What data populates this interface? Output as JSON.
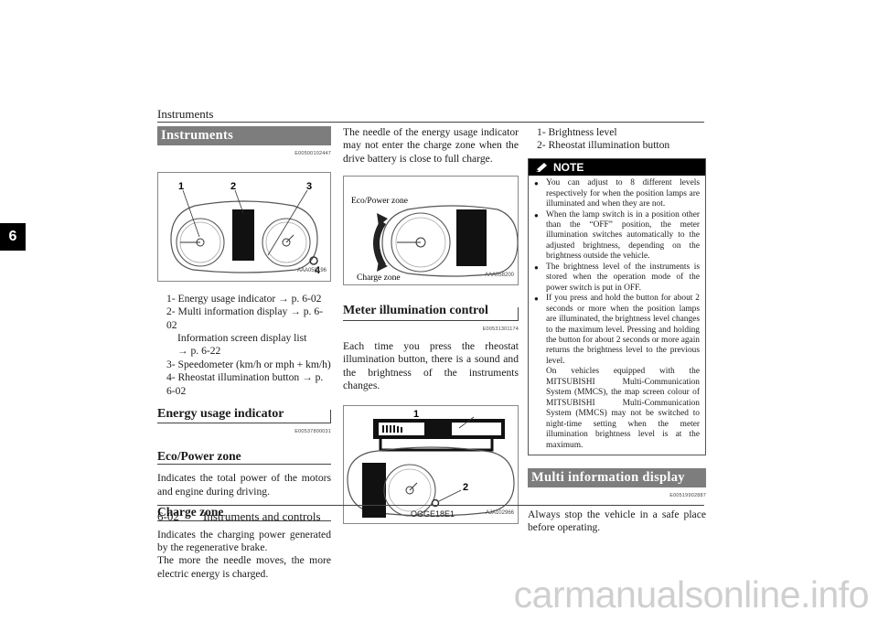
{
  "header": {
    "running_head": "Instruments",
    "tab": "6"
  },
  "col1": {
    "title": "Instruments",
    "title_code": "E00500102447",
    "fig1": {
      "callouts": [
        "1",
        "2",
        "3",
        "4"
      ],
      "code": "AAA058196"
    },
    "list": [
      {
        "text": "1- Energy usage indicator → p. 6-02"
      },
      {
        "text": "2- Multi information display → p. 6-02",
        "sub": [
          "Information screen display list",
          "→ p. 6-22"
        ]
      },
      {
        "text": "3- Speedometer (km/h or mph + km/h)"
      },
      {
        "text": "4- Rheostat illumination button → p. 6-02"
      }
    ],
    "h2": "Energy usage indicator",
    "h2_code": "E00537800031",
    "h3_a": "Eco/Power zone",
    "p_a": "Indicates the total power of the motors and engine during driving.",
    "h3_b": "Charge zone",
    "p_b1": "Indicates the charging power generated by the regenerative brake.",
    "p_b2": "The more the needle moves, the more electric energy is charged."
  },
  "col2": {
    "p1": "The needle of the energy usage indicator may not enter the charge zone when the drive battery is close to full charge.",
    "fig2": {
      "label_top": "Eco/Power zone",
      "label_bottom": "Charge zone",
      "code": "AAA058200"
    },
    "h2": "Meter illumination control",
    "h2_code": "E00531301174",
    "p2": "Each time you press the rheostat illumination button, there is a sound and the brightness of the instruments changes.",
    "fig3": {
      "callouts": [
        "1",
        "2"
      ],
      "code": "AJA102966"
    }
  },
  "col3": {
    "list": [
      "1- Brightness level",
      "2- Rheostat illumination button"
    ],
    "note": {
      "label": "NOTE",
      "items": [
        "You can adjust to 8 different levels respectively for when the position lamps are illuminated and when they are not.",
        "When the lamp switch is in a position other than the “OFF” position, the meter illumination switches automatically to the adjusted brightness, depending on the brightness outside the vehicle.",
        "The brightness level of the instruments is stored when the operation mode of the power switch is put in OFF.",
        "If you press and hold the button for about 2 seconds or more when the position lamps are illuminated, the brightness level changes to the maximum level. Pressing and holding the button for about 2 seconds or more again returns the brightness level to the previous level.\nOn vehicles equipped with the MITSUBISHI Multi-Communication System (MMCS), the map screen colour of MITSUBISHI Multi-Communication System (MMCS) may not be switched to night-time setting when the meter illumination brightness level is at the maximum."
      ]
    },
    "title": "Multi information display",
    "title_code": "E00519902887",
    "p1": "Always stop the vehicle in a safe place before operating."
  },
  "footer": {
    "page": "6-02",
    "title": "Instruments and controls",
    "doc_code": "OGGE18E1",
    "watermark": "carmanualsonline.info"
  }
}
